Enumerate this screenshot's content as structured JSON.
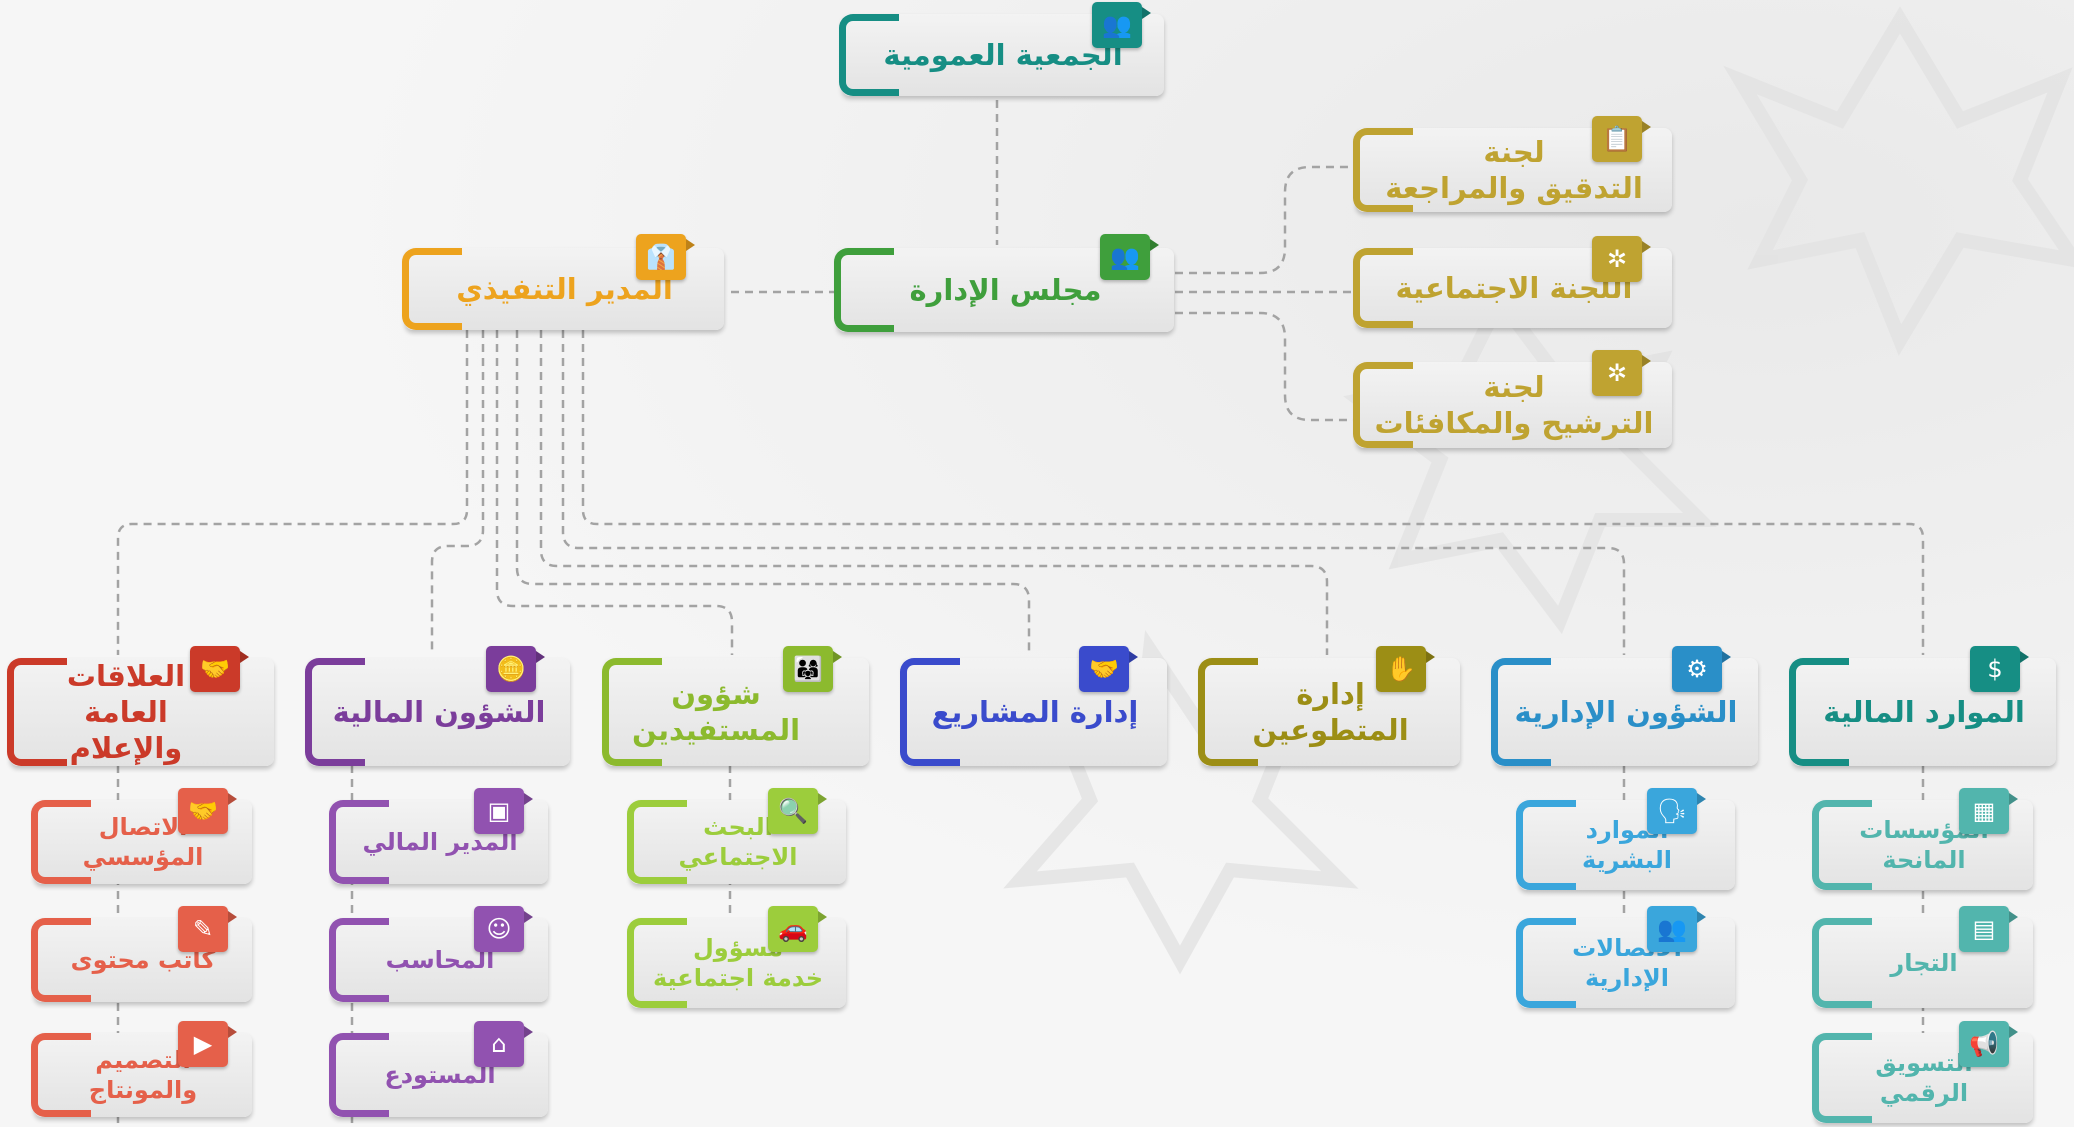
{
  "colors": {
    "teal": "#168e84",
    "green": "#3f9f3c",
    "orange": "#eda31e",
    "gold": "#bfa331",
    "red": "#cb3a29",
    "purple": "#7b3d9b",
    "lime": "#8cba2e",
    "blue": "#3a4bcc",
    "olive": "#9c8e15",
    "sky": "#2a8fc8",
    "coral": "#e5604a",
    "violet": "#9152b0",
    "lightgreen": "#9ccd3c",
    "lightsky": "#3aa6dc",
    "lightteal": "#52b5ad"
  },
  "nodes": {
    "general_assembly": {
      "label": "الجمعية العمومية",
      "icon": "group-icon"
    },
    "board": {
      "label": "مجلس الإدارة",
      "icon": "team-icon"
    },
    "executive_director": {
      "label": "المدير التنفيذي",
      "icon": "manager-icon"
    },
    "audit_committee": {
      "label": "لجنة\nالتدقيق والمراجعة",
      "icon": "audit-icon"
    },
    "social_committee": {
      "label": "اللجنة الاجتماعية",
      "icon": "network-icon"
    },
    "nomination_committee": {
      "label": "لجنة\nالترشيح والمكافئات",
      "icon": "network-icon"
    },
    "public_relations": {
      "label": "العلاقات\nالعامة والإعلام",
      "icon": "handshake-group-icon"
    },
    "financial_affairs": {
      "label": "الشؤون المالية",
      "icon": "coins-icon"
    },
    "beneficiaries": {
      "label": "شؤون\nالمستفيدين",
      "icon": "beneficiaries-icon"
    },
    "projects": {
      "label": "إدارة المشاريع",
      "icon": "handshake-icon"
    },
    "volunteers": {
      "label": "إدارة المتطوعين",
      "icon": "raised-hands-icon"
    },
    "administrative": {
      "label": "الشؤون الإدارية",
      "icon": "gear-people-icon"
    },
    "financial_resources": {
      "label": "الموارد المالية",
      "icon": "money-hand-icon"
    },
    "corporate_comm": {
      "label": "الاتصال المؤسسي",
      "icon": "handshake-icon"
    },
    "content_writer": {
      "label": "كاتب محتوى",
      "icon": "writing-icon"
    },
    "design_montage": {
      "label": "التصميم والمونتاج",
      "icon": "video-icon"
    },
    "finance_manager": {
      "label": "المدير المالي",
      "icon": "safe-icon"
    },
    "accountant": {
      "label": "المحاسب",
      "icon": "accountant-icon"
    },
    "warehouse": {
      "label": "المستودع",
      "icon": "warehouse-icon"
    },
    "social_research": {
      "label": "البحث الاجتماعي",
      "icon": "search-people-icon"
    },
    "social_service": {
      "label": "مسؤول\nخدمة اجتماعية",
      "icon": "car-icon"
    },
    "hr": {
      "label": "الموارد البشرية",
      "icon": "speaker-icon"
    },
    "admin_comm": {
      "label": "الاتصالات الإدارية",
      "icon": "people-comm-icon"
    },
    "donor_institutions": {
      "label": "المؤسسات المانحة",
      "icon": "building-icon"
    },
    "merchants": {
      "label": "التجار",
      "icon": "register-icon"
    },
    "digital_marketing": {
      "label": "التسويق الرقمي",
      "icon": "megaphone-icon"
    }
  }
}
